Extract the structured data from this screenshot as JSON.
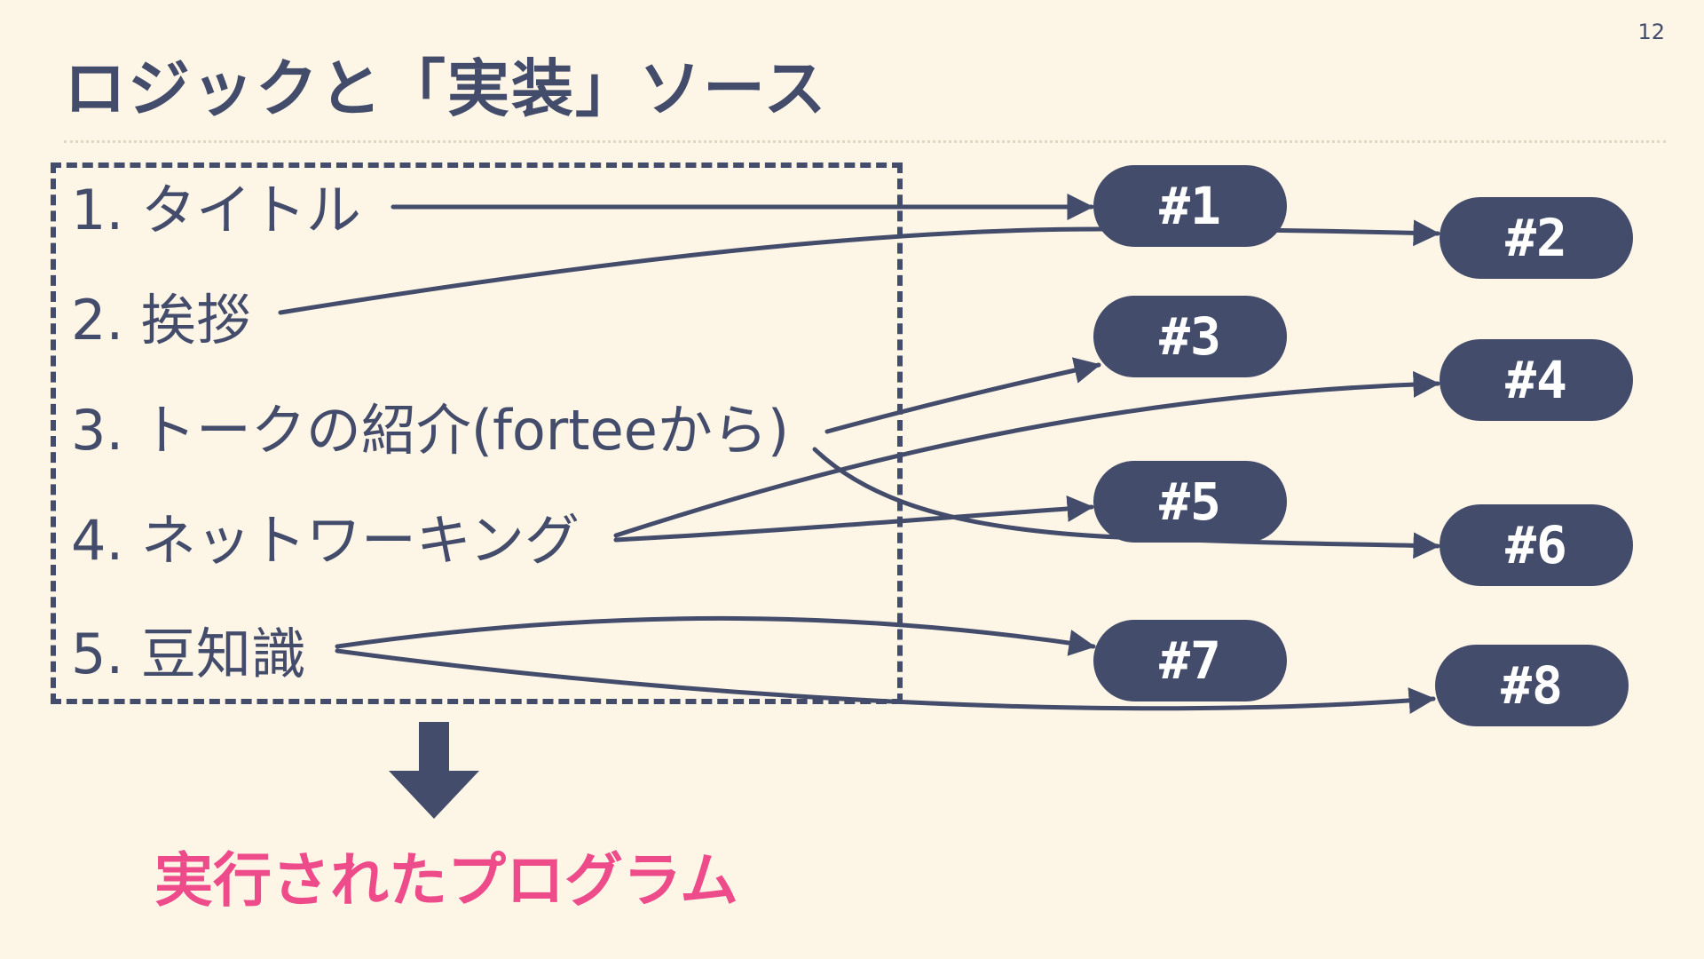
{
  "slide": {
    "page_number": "12",
    "title": "ロジックと「実装」ソース",
    "result_label": "実行されたプログラム"
  },
  "logic_items": [
    {
      "label": "1. タイトル"
    },
    {
      "label": "2. 挨拶"
    },
    {
      "label": "3. トークの紹介(forteeから)"
    },
    {
      "label": "4. ネットワーキング"
    },
    {
      "label": "5. 豆知識"
    }
  ],
  "source_nodes": [
    {
      "label": "#1"
    },
    {
      "label": "#2"
    },
    {
      "label": "#3"
    },
    {
      "label": "#4"
    },
    {
      "label": "#5"
    },
    {
      "label": "#6"
    },
    {
      "label": "#7"
    },
    {
      "label": "#8"
    }
  ],
  "colors": {
    "background": "#fdf5e6",
    "primary": "#444c6b",
    "accent": "#ee4b8b",
    "node_text": "#ffffff"
  }
}
